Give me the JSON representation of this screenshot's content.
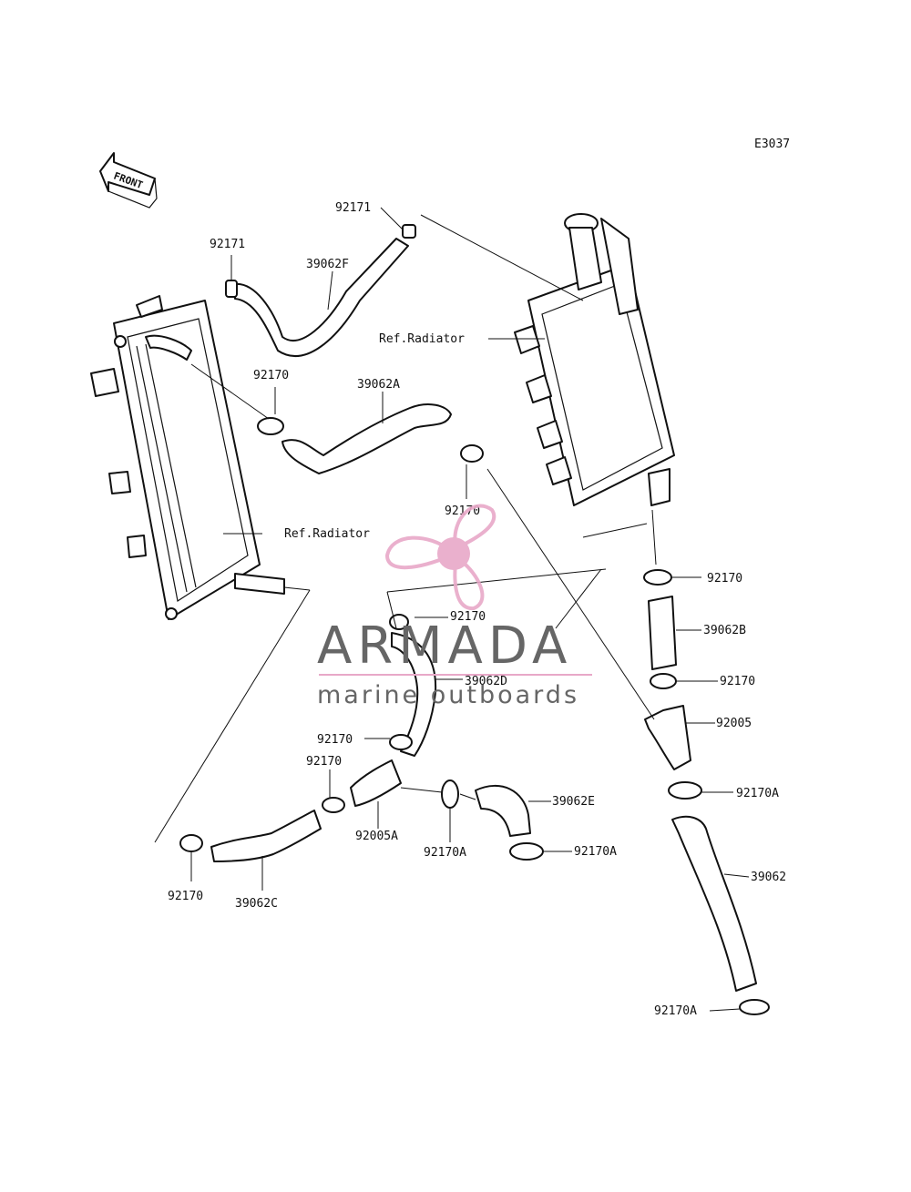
{
  "diagram_code": "E3037",
  "front_label": "FRONT",
  "watermark": {
    "brand": "ARMADA",
    "tagline": "marine outboards",
    "logo_color": "#e8a8c8",
    "text_color": "#666666",
    "line_color": "#e8a8c8"
  },
  "labels": {
    "l92171_left": "92171",
    "l92171_top": "92171",
    "l39062F": "39062F",
    "ref_radiator_right": "Ref.Radiator",
    "l92170_upper_left": "92170",
    "l39062A": "39062A",
    "l92170_center": "92170",
    "ref_radiator_left": "Ref.Radiator",
    "l92170_right_top": "92170",
    "l92170_mid": "92170",
    "l39062B": "39062B",
    "l39062D": "39062D",
    "l92170_right_2": "92170",
    "l92005": "92005",
    "l92170_low_1": "92170",
    "l92170_low_2": "92170",
    "l39062E": "39062E",
    "l92170A_right": "92170A",
    "l92005A": "92005A",
    "l92170A_mid": "92170A",
    "l92170A_low": "92170A",
    "l39062": "39062",
    "l92170_bottom": "92170",
    "l39062C": "39062C",
    "l92170A_bottom": "92170A"
  }
}
